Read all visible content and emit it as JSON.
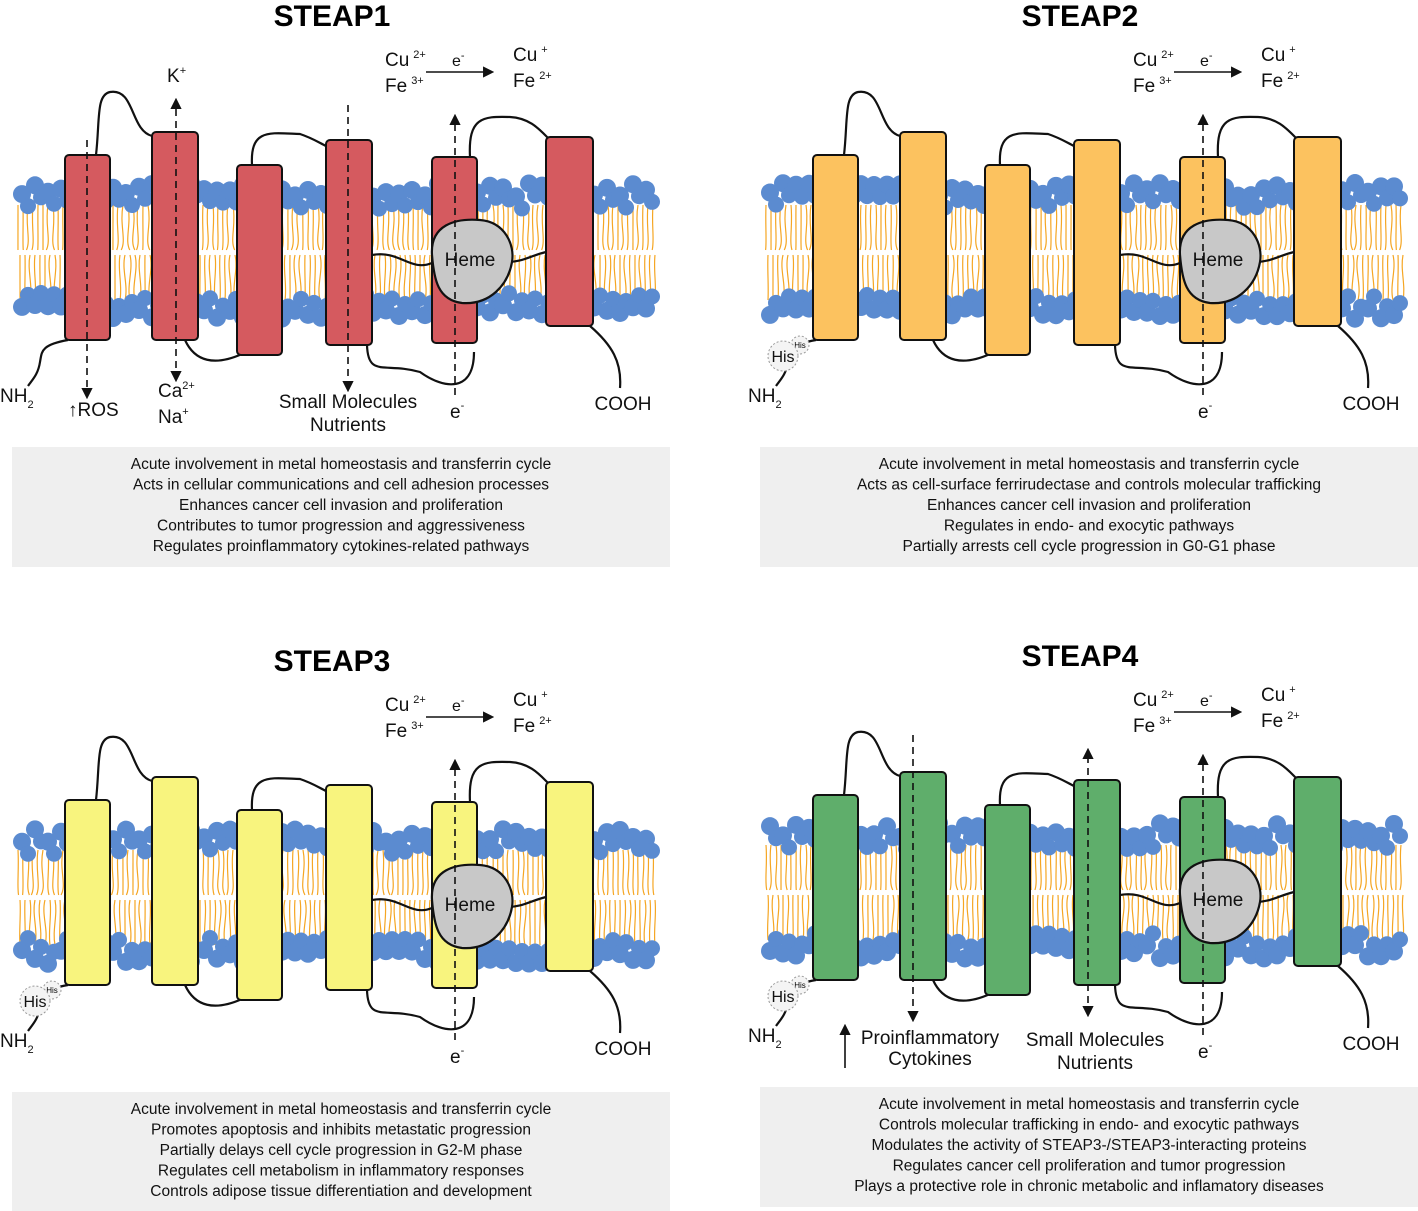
{
  "colors": {
    "membrane_heads": "#5b8bd0",
    "lipid_tails": "#f5a623",
    "heme": "#c8c8c8",
    "desc_bg": "#efefef"
  },
  "panels": [
    {
      "title": "STEAP1",
      "color": "#d55a5f",
      "has_his": false,
      "reaction": {
        "cu_in": "Cu",
        "cu_in_sup": "2+",
        "fe_in": "Fe",
        "fe_in_sup": "3+",
        "e": "e",
        "e_sup": "-",
        "cu_out": "Cu",
        "cu_out_sup": "+",
        "fe_out": "Fe",
        "fe_out_sup": "2+"
      },
      "heme": "Heme",
      "nh2": "NH",
      "nh2_sub": "2",
      "cooh": "COOH",
      "electron": "e",
      "electron_sup": "-",
      "extra_labels": {
        "k": "K",
        "k_sup": "+",
        "ros": "↑ROS",
        "ca": "Ca",
        "ca_sup": "2+",
        "na": "Na",
        "na_sup": "+",
        "small1": "Small Molecules",
        "small2": "Nutrients"
      },
      "functions": [
        "Acute involvement in metal homeostasis and transferrin cycle",
        "Acts in cellular communications and cell adhesion processes",
        "Enhances cancer cell invasion and proliferation",
        "Contributes to tumor progression and aggressiveness",
        "Regulates proinflammatory cytokines-related pathways"
      ]
    },
    {
      "title": "STEAP2",
      "color": "#fcc25f",
      "has_his": true,
      "his": "His",
      "his_small": "His",
      "reaction": {
        "cu_in": "Cu",
        "cu_in_sup": "2+",
        "fe_in": "Fe",
        "fe_in_sup": "3+",
        "e": "e",
        "e_sup": "-",
        "cu_out": "Cu",
        "cu_out_sup": "+",
        "fe_out": "Fe",
        "fe_out_sup": "2+"
      },
      "heme": "Heme",
      "nh2": "NH",
      "nh2_sub": "2",
      "cooh": "COOH",
      "electron": "e",
      "electron_sup": "-",
      "functions": [
        "Acute involvement in metal homeostasis and transferrin cycle",
        "Acts as cell-surface ferrirudectase and controls molecular trafficking",
        "Enhances cancer cell invasion and proliferation",
        "Regulates in endo- and exocytic pathways",
        "Partially arrests cell cycle progression in G0-G1 phase"
      ]
    },
    {
      "title": "STEAP3",
      "color": "#f8f47e",
      "has_his": true,
      "his": "His",
      "his_small": "His",
      "reaction": {
        "cu_in": "Cu",
        "cu_in_sup": "2+",
        "fe_in": "Fe",
        "fe_in_sup": "3+",
        "e": "e",
        "e_sup": "-",
        "cu_out": "Cu",
        "cu_out_sup": "+",
        "fe_out": "Fe",
        "fe_out_sup": "2+"
      },
      "heme": "Heme",
      "nh2": "NH",
      "nh2_sub": "2",
      "cooh": "COOH",
      "electron": "e",
      "electron_sup": "-",
      "functions": [
        "Acute involvement in metal homeostasis and transferrin cycle",
        "Promotes apoptosis and inhibits metastatic progression",
        "Partially delays cell cycle progression in G2-M phase",
        "Regulates cell metabolism in inflammatory responses",
        "Controls adipose tissue differentiation and development"
      ]
    },
    {
      "title": "STEAP4",
      "color": "#5fae6b",
      "has_his": true,
      "his": "His",
      "his_small": "His",
      "reaction": {
        "cu_in": "Cu",
        "cu_in_sup": "2+",
        "fe_in": "Fe",
        "fe_in_sup": "3+",
        "e": "e",
        "e_sup": "-",
        "cu_out": "Cu",
        "cu_out_sup": "+",
        "fe_out": "Fe",
        "fe_out_sup": "2+"
      },
      "heme": "Heme",
      "nh2": "NH",
      "nh2_sub": "2",
      "cooh": "COOH",
      "electron": "e",
      "electron_sup": "-",
      "extra_labels": {
        "pro1": "Proinflammatory",
        "pro2": "Cytokines",
        "small1": "Small Molecules",
        "small2": "Nutrients"
      },
      "functions": [
        "Acute involvement in metal homeostasis and transferrin cycle",
        "Controls molecular trafficking in endo- and exocytic pathways",
        "Modulates the activity of STEAP3-/STEAP3-interacting proteins",
        "Regulates cancer cell proliferation and tumor progression",
        "Plays a protective role in chronic metabolic and inflamatory diseases"
      ]
    }
  ]
}
